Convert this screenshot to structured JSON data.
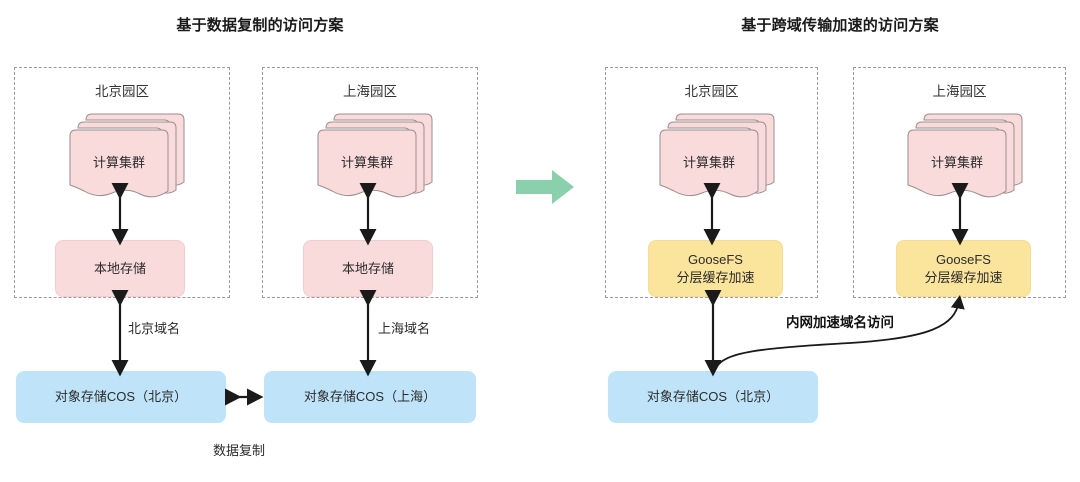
{
  "diagram": {
    "type": "architecture-diagram",
    "background": "#ffffff",
    "colors": {
      "cluster_fill": "#fadbdc",
      "storage_fill": "#fadbdc",
      "cos_fill": "#bfe4fa",
      "goosefs_fill": "#fbe49b",
      "transition_arrow": "#8bd0ad",
      "zone_border": "#9a9a9a",
      "connector": "#1a1a1a"
    },
    "left_panel": {
      "title": "基于数据复制的访问方案",
      "zones": [
        {
          "label": "北京园区",
          "cluster": "计算集群",
          "storage": "本地存储"
        },
        {
          "label": "上海园区",
          "cluster": "计算集群",
          "storage": "本地存储"
        }
      ],
      "cos_nodes": [
        "对象存储COS（北京）",
        "对象存储COS（上海）"
      ],
      "edge_labels": {
        "beijing_domain": "北京域名",
        "shanghai_domain": "上海域名",
        "replication": "数据复制"
      }
    },
    "transition": {
      "icon": "right-arrow",
      "color": "#8bd0ad"
    },
    "right_panel": {
      "title": "基于跨域传输加速的访问方案",
      "zones": [
        {
          "label": "北京园区",
          "cluster": "计算集群",
          "cache_line1": "GooseFS",
          "cache_line2": "分层缓存加速"
        },
        {
          "label": "上海园区",
          "cluster": "计算集群",
          "cache_line1": "GooseFS",
          "cache_line2": "分层缓存加速"
        }
      ],
      "cos_nodes": [
        "对象存储COS（北京）"
      ],
      "edge_labels": {
        "accelerated_access": "内网加速域名访问"
      }
    }
  }
}
